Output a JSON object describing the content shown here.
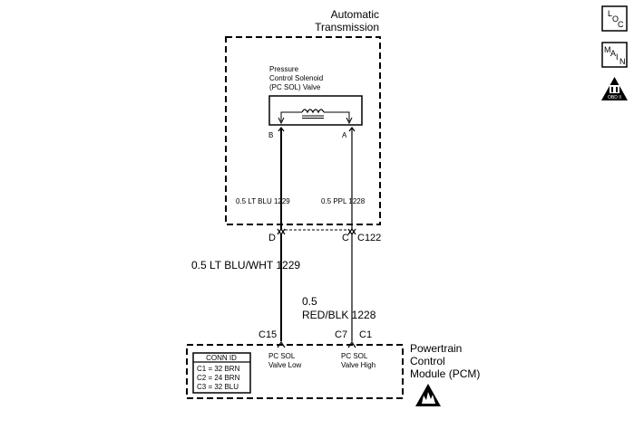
{
  "transmission": {
    "title_line1": "Automatic",
    "title_line2": "Transmission",
    "solenoid_line1": "Pressure",
    "solenoid_line2": "Control Solenoid",
    "solenoid_line3": "(PC SOL) Valve",
    "pin_b": "B",
    "pin_a": "A",
    "wire_left": "0.5 LT BLU 1229",
    "wire_right": "0.5 PPL 1228"
  },
  "connector_c122": {
    "pin_d": "D",
    "pin_c": "C",
    "id": "C122"
  },
  "harness": {
    "wire_left": "0.5 LT BLU/WHT 1229",
    "wire_right_line1": "0.5",
    "wire_right_line2": "RED/BLK 1228"
  },
  "pcm": {
    "pin_c15": "C15",
    "pin_c7": "C7",
    "pin_c1": "C1",
    "title_line1": "Powertrain",
    "title_line2": "Control",
    "title_line3": "Module (PCM)",
    "label_low_line1": "PC SOL",
    "label_low_line2": "Valve Low",
    "label_high_line1": "PC SOL",
    "label_high_line2": "Valve High",
    "conn_header": "CONN ID",
    "conn_rows": [
      "C1 = 32 BRN",
      "C2 = 24 BRN",
      "C3 = 32 BLU"
    ]
  },
  "nav": {
    "loc_letters": [
      "L",
      "O",
      "C"
    ],
    "main_letters": [
      "M",
      "A",
      "I",
      "N"
    ],
    "obd_label": "OBD II"
  }
}
